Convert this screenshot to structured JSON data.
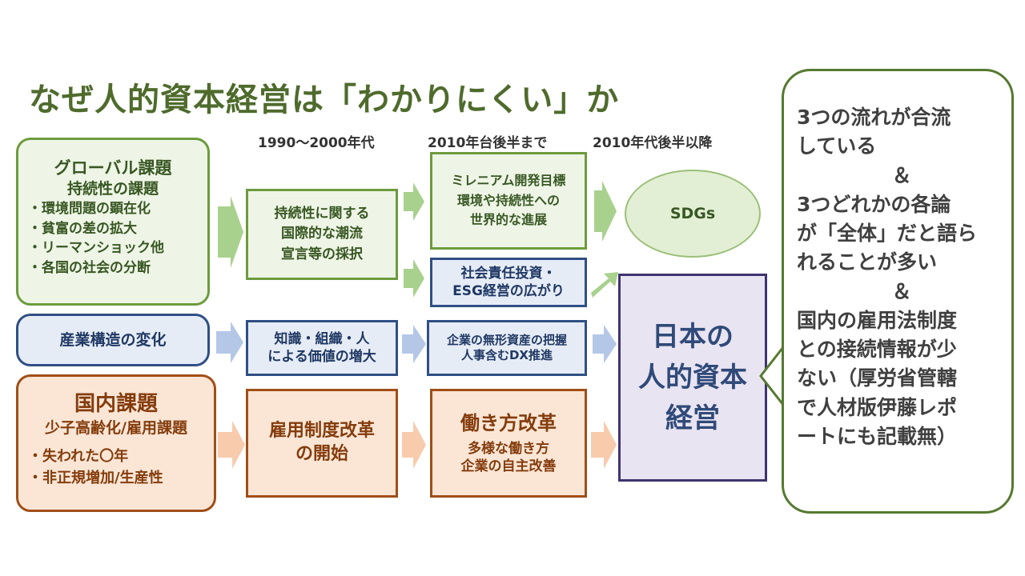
{
  "title": "なぜ人的資本経営は「わかりにくい」か",
  "eras": [
    "1990～2000年代",
    "2010年台後半まで",
    "2010年代後半以降"
  ],
  "global": {
    "title": "グローバル課題",
    "subtitle": "持続性の課題",
    "items": [
      "環境問題の顕在化",
      "貧富の差の拡大",
      "リーマンショック他",
      "各国の社会の分断"
    ]
  },
  "industry": {
    "title": "産業構造の変化"
  },
  "domestic": {
    "title": "国内課題",
    "subtitle": "少子高齢化/雇用課題",
    "items": [
      "失われた〇年",
      "非正規増加/生産性"
    ]
  },
  "col2": {
    "sustainability": [
      "持続性に関する",
      "国際的な潮流",
      "宣言等の採択"
    ],
    "knowledge": [
      "知識・組織・人",
      "による価値の増大"
    ],
    "employment": [
      "雇用制度改革",
      "の開始"
    ]
  },
  "col3": {
    "mdg": [
      "ミレニアム開発目標",
      "環境や持続性への",
      "世界的な進展"
    ],
    "esg": [
      "社会責任投資・",
      "ESG経営の広がり"
    ],
    "intangible": [
      "企業の無形資産の把握",
      "人事含むDX推進"
    ],
    "workstyle_title": "働き方改革",
    "workstyle_lines": [
      "多様な働き方",
      "企業の自主改善"
    ]
  },
  "sdgs": "SDGs",
  "hcm": [
    "日本の",
    "人的資本",
    "経営"
  ],
  "note": {
    "line1": [
      "3つの流れが合流",
      "している"
    ],
    "amp1": "＆",
    "line2": [
      "3つどれかの各論",
      "が「全体」だと語ら",
      "れることが多い"
    ],
    "amp2": "＆",
    "line3": [
      "国内の雇用法制度",
      "との接続情報が少",
      "ない（厚労省管轄",
      "で人材版伊藤レポ",
      "ートにも記載無）"
    ]
  },
  "colors": {
    "green": "#6d9b3d",
    "blue": "#2f4f85",
    "orange": "#a04e17",
    "purple": "#3f3470"
  }
}
